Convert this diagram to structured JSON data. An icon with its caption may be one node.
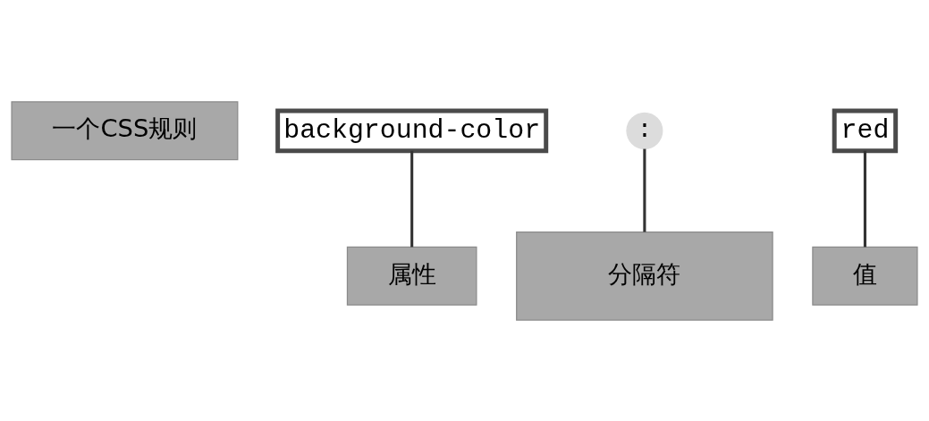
{
  "diagram": {
    "nodes": [
      {
        "text": [
          "一个CSS规则"
        ]
      },
      {
        "text": [
          "background-color"
        ]
      },
      {
        "text": [
          ":"
        ]
      },
      {
        "text": [
          "red"
        ]
      },
      {
        "text": [
          "属性"
        ]
      },
      {
        "text": [
          "分隔符"
        ]
      },
      {
        "text": [
          "值"
        ]
      }
    ],
    "edges": [
      {
        "from": 1,
        "to": 4,
        "arrow": "none"
      },
      {
        "from": 2,
        "to": 5,
        "arrow": "none"
      },
      {
        "from": 3,
        "to": 6,
        "arrow": "none"
      }
    ]
  }
}
